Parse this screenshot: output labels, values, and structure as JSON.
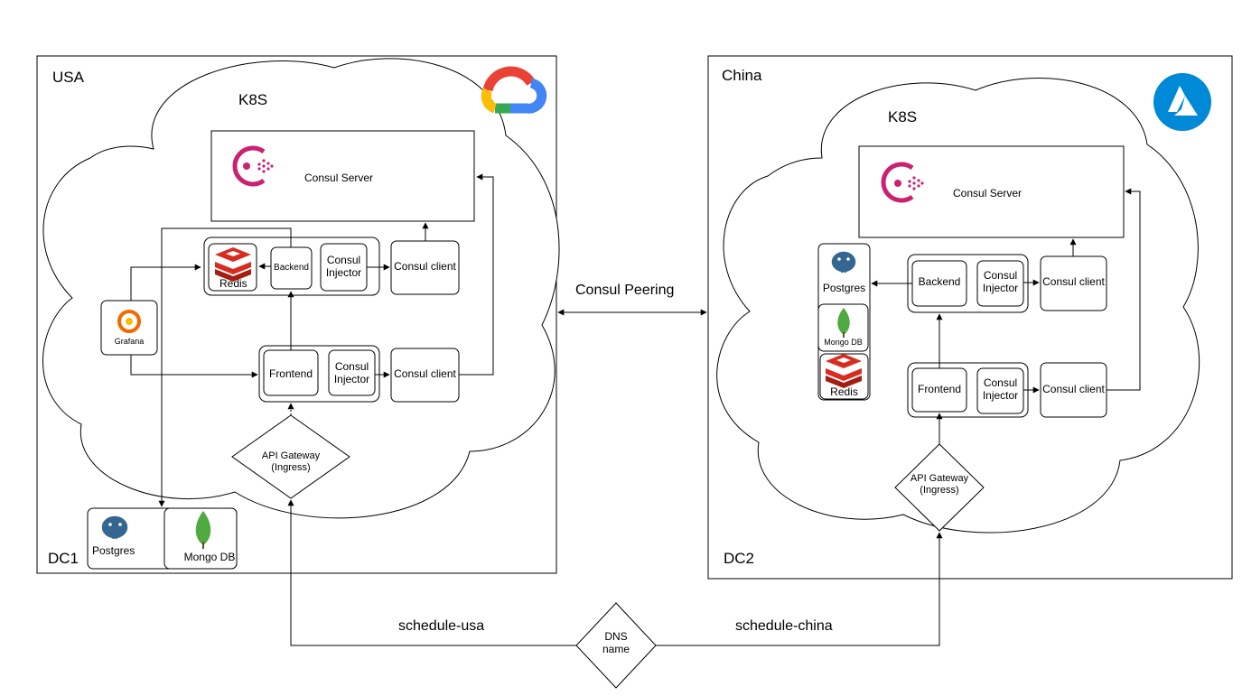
{
  "dc_usa": {
    "region": "USA",
    "cluster": "K8S",
    "dc": "DC1",
    "consul_server": "Consul Server",
    "redis": "Redis",
    "backend": "Backend",
    "injector_1": "Consul\nInjector",
    "injector_2": "Consul\nInjector",
    "client_1": "Consul client",
    "client_2": "Consul client",
    "frontend": "Frontend",
    "grafana": "Grafana",
    "gateway": "API Gateway\n(Ingress)",
    "postgres": "Postgres",
    "mongo": "Mongo DB",
    "cloud_logo": "google-cloud-logo"
  },
  "dc_china": {
    "region": "China",
    "cluster": "K8S",
    "dc": "DC2",
    "consul_server": "Consul Server",
    "postgres": "Postgres",
    "mongo": "Mongo DB",
    "redis": "Redis",
    "backend": "Backend",
    "injector_1": "Consul\nInjector",
    "injector_2": "Consul\nInjector",
    "client_1": "Consul client",
    "client_2": "Consul client",
    "frontend": "Frontend",
    "gateway": "API Gateway\n(Ingress)",
    "cloud_logo": "azure-logo"
  },
  "peering": "Consul Peering",
  "dns": {
    "label": "DNS\nname",
    "usa": "schedule-usa",
    "china": "schedule-china"
  },
  "colors": {
    "consul": "#ca2171",
    "redis": "#d82c20",
    "grafana": "#f46800",
    "postgres": "#336791",
    "mongo": "#4faa41",
    "azure": "#0089d6"
  }
}
